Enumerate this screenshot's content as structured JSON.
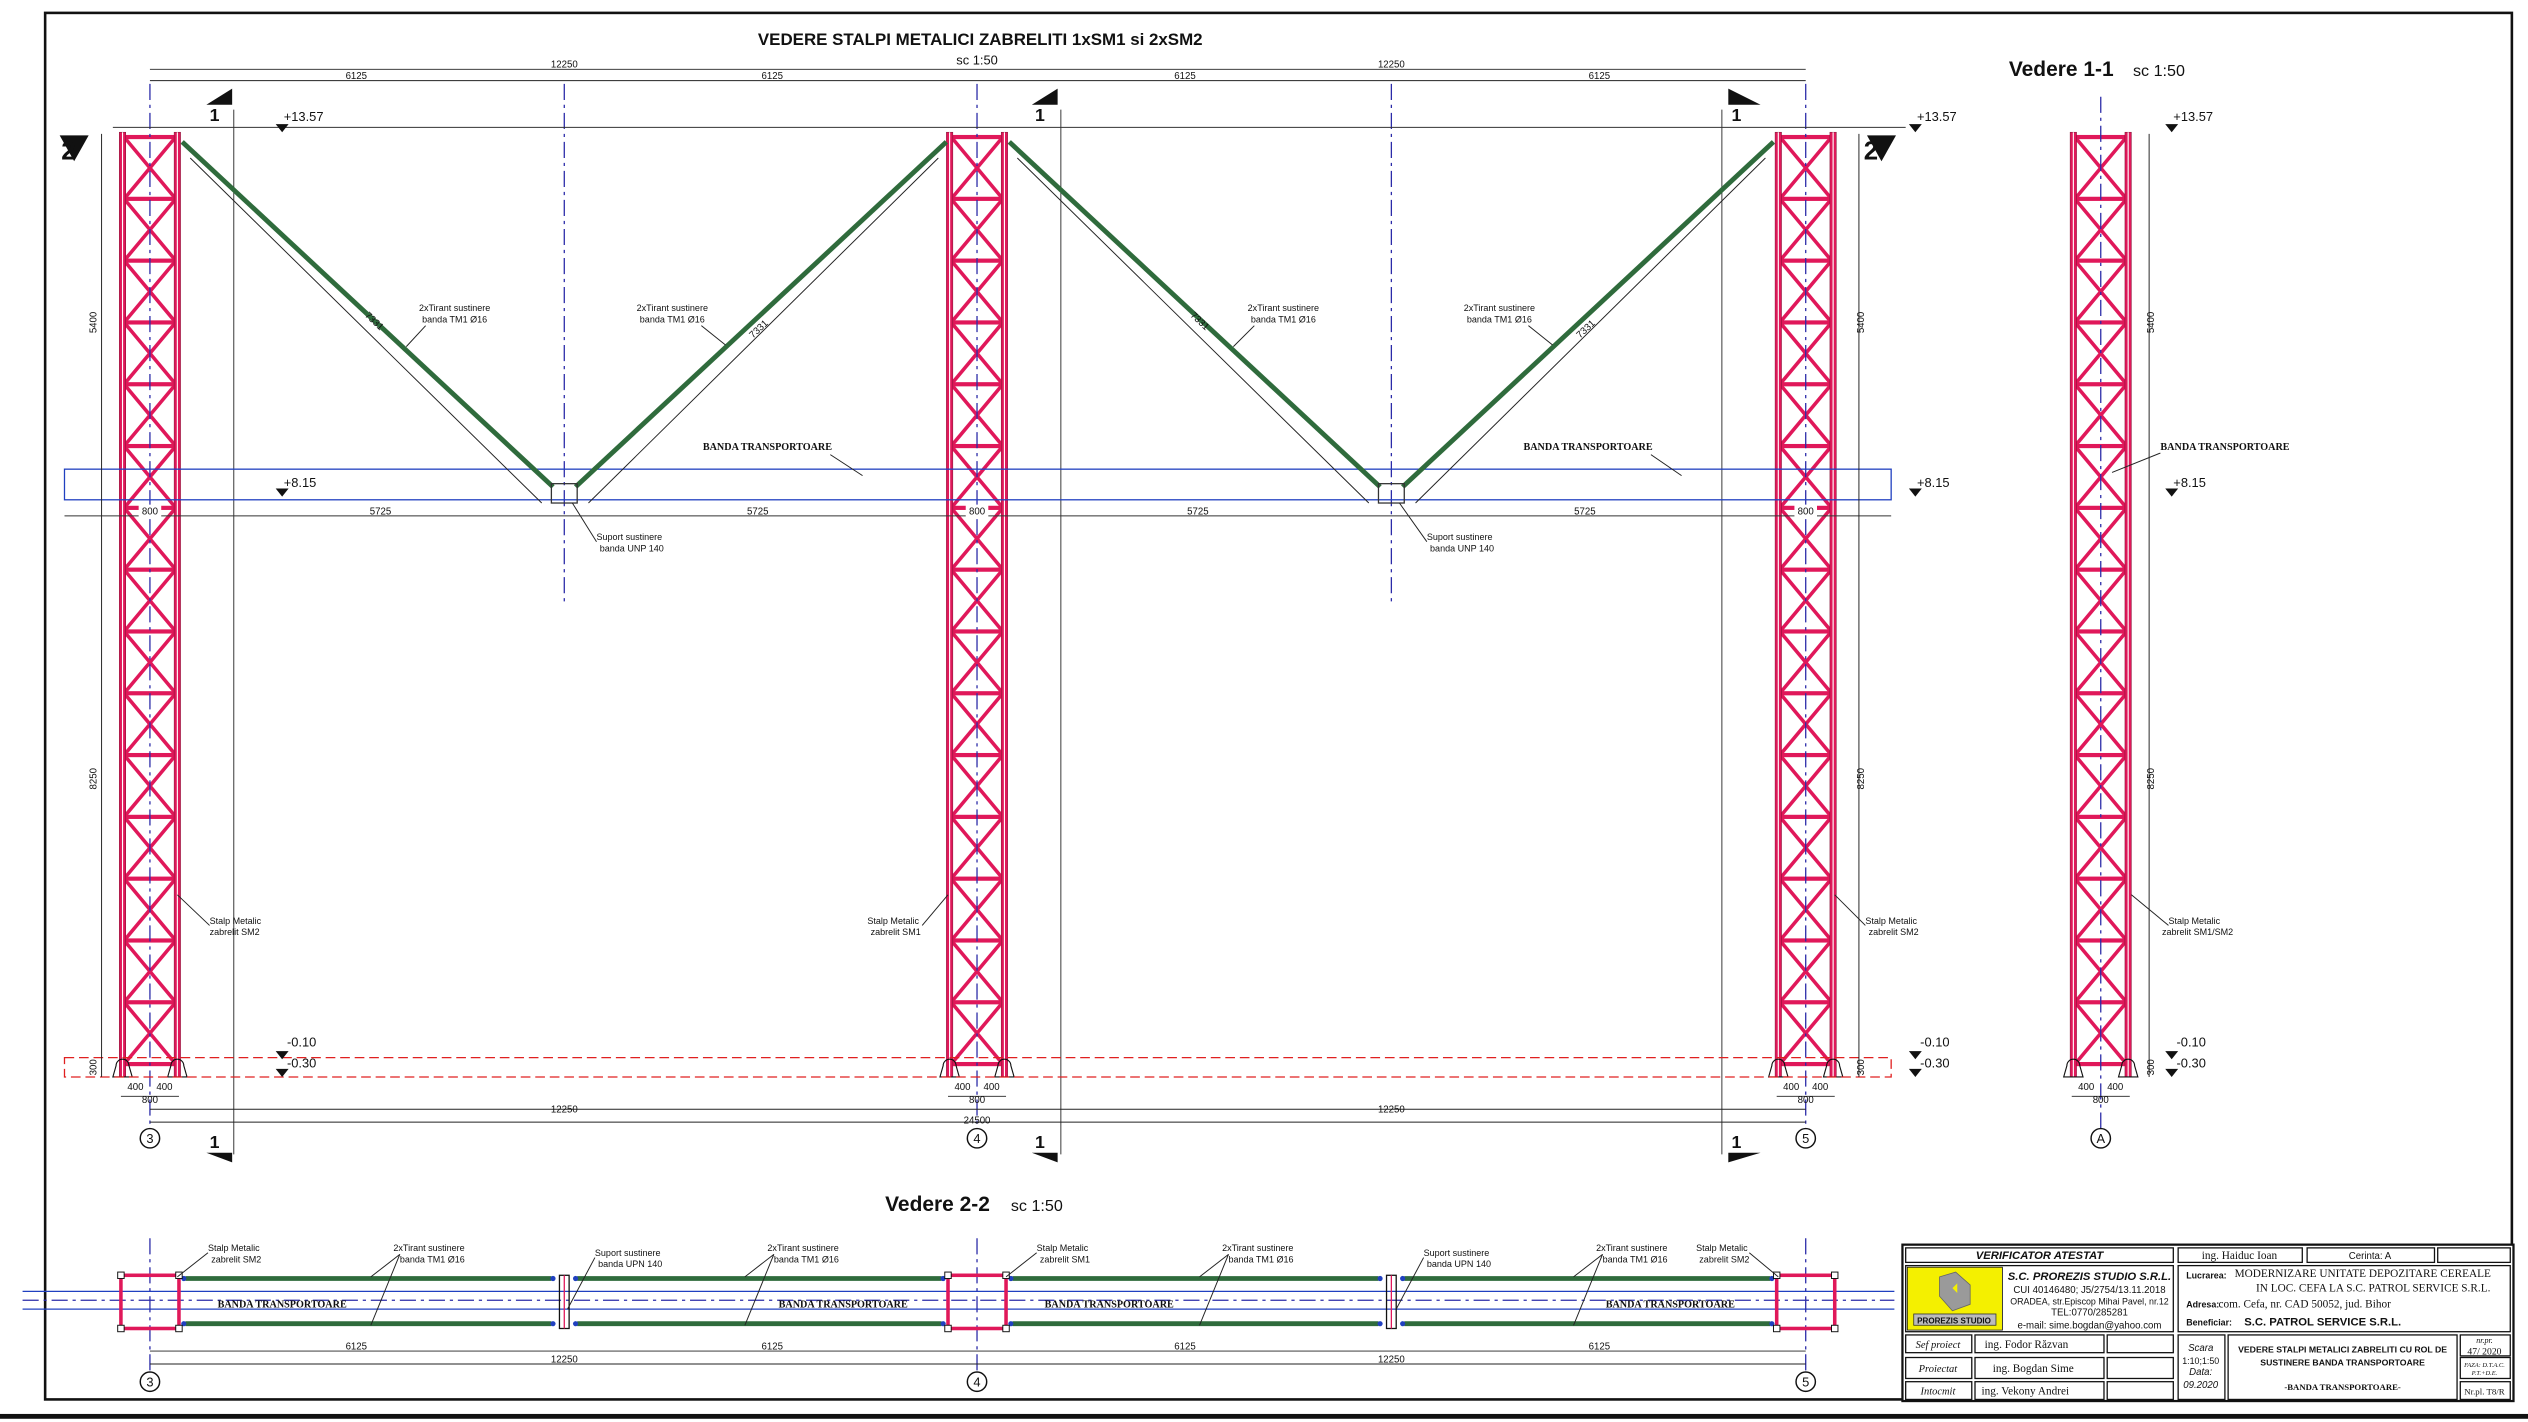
{
  "main_view": {
    "title": "VEDERE STALPI METALICI ZABRELITI 1xSM1 si 2xSM2",
    "scale": "sc 1:50",
    "dims": {
      "d12250": "12250",
      "d6125": "6125",
      "d5725": "5725",
      "d800": "800",
      "d400": "400",
      "d24500": "24500",
      "d5400": "5400",
      "d8250": "8250",
      "d300": "300",
      "d7331": "7331"
    },
    "elevations": {
      "top": "+13.57",
      "belt": "+8.15",
      "e010": "-0.10",
      "e030": "-0.30"
    },
    "section_marks": {
      "s1": "1",
      "s2": "2"
    },
    "axes": [
      "3",
      "4",
      "5"
    ],
    "tirant_label": {
      "line1": "2xTirant sustinere",
      "line2": "banda TM1 Ø16"
    },
    "suport_label": {
      "line1": "Suport sustinere",
      "line2": "banda UNP 140"
    },
    "band_label": "BANDA TRANSPORTOARE",
    "stalp_labels": [
      {
        "line1": "Stalp Metalic",
        "line2": "zabrelit SM2"
      },
      {
        "line1": "Stalp Metalic",
        "line2": "zabrelit SM1"
      },
      {
        "line1": "Stalp Metalic",
        "line2": "zabrelit SM2"
      }
    ]
  },
  "view_1_1": {
    "title": "Vedere 1-1",
    "scale": "sc 1:50",
    "axis": "A",
    "stalp_label": {
      "line1": "Stalp Metalic",
      "line2": "zabrelit SM1/SM2"
    }
  },
  "view_2_2": {
    "title": "Vedere 2-2",
    "scale": "sc 1:50",
    "suport_label": {
      "line1": "Suport sustinere",
      "line2": "banda UPN 140"
    },
    "stalp_labels": [
      {
        "line1": "Stalp Metalic",
        "line2": "zabrelit SM2"
      },
      {
        "line1": "Stalp Metalic",
        "line2": "zabrelit SM1"
      },
      {
        "line1": "Stalp Metalic",
        "line2": "zabrelit SM2"
      }
    ]
  },
  "title_block": {
    "verificator": "VERIFICATOR  ATESTAT",
    "verificator_name": "ing. Haiduc Ioan",
    "cerinta": "Cerinta: A",
    "logo_text": "PROREZIS STUDIO",
    "company": "S.C. PROREZIS STUDIO S.R.L.",
    "cui": "CUI 40146480; J5/2754/13.11.2018",
    "address": "ORADEA, str.Episcop Mihai Pavel, nr.12",
    "tel": "TEL:0770/285281",
    "email": "e-mail: sime.bogdan@yahoo.com",
    "lucrarea_label": "Lucrarea:",
    "lucrarea_1": "MODERNIZARE UNITATE DEPOZITARE CEREALE",
    "lucrarea_2": "IN LOC. CEFA LA S.C. PATROL SERVICE S.R.L.",
    "adresa_label": "Adresa:",
    "adresa": "com. Cefa, nr. CAD 50052, jud. Bihor",
    "beneficiar_label": "Beneficiar:",
    "beneficiar": "S.C. PATROL SERVICE S.R.L.",
    "roles": [
      {
        "role": "Sef proiect",
        "name": "ing. Fodor Răzvan"
      },
      {
        "role": "Proiectat",
        "name": "ing. Bogdan Sime"
      },
      {
        "role": "Intocmit",
        "name": "ing. Vekony Andrei"
      }
    ],
    "scara_label": "Scara",
    "scara": "1:10;1:50",
    "data_label": "Data:",
    "data": "09.2020",
    "sheet_title_1": "VEDERE STALPI METALICI ZABRELITI CU ROL DE",
    "sheet_title_2": "SUSTINERE BANDA TRANSPORTOARE",
    "sheet_subtitle": "-BANDA TRANSPORTOARE-",
    "nr_pr_label": "nr.pr.",
    "nr_pr": "47/ 2020",
    "faza_1": "FAZA: D.T.A.C.",
    "faza_2": "P.T.+D.E.",
    "nr_pl": "Nr.pl. T8/R"
  },
  "colors": {
    "steel": "#e0185a",
    "rod": "#2f6b3c",
    "belt": "#2040c0",
    "axis": "#2b2ba8",
    "logo": "#f4f000"
  }
}
